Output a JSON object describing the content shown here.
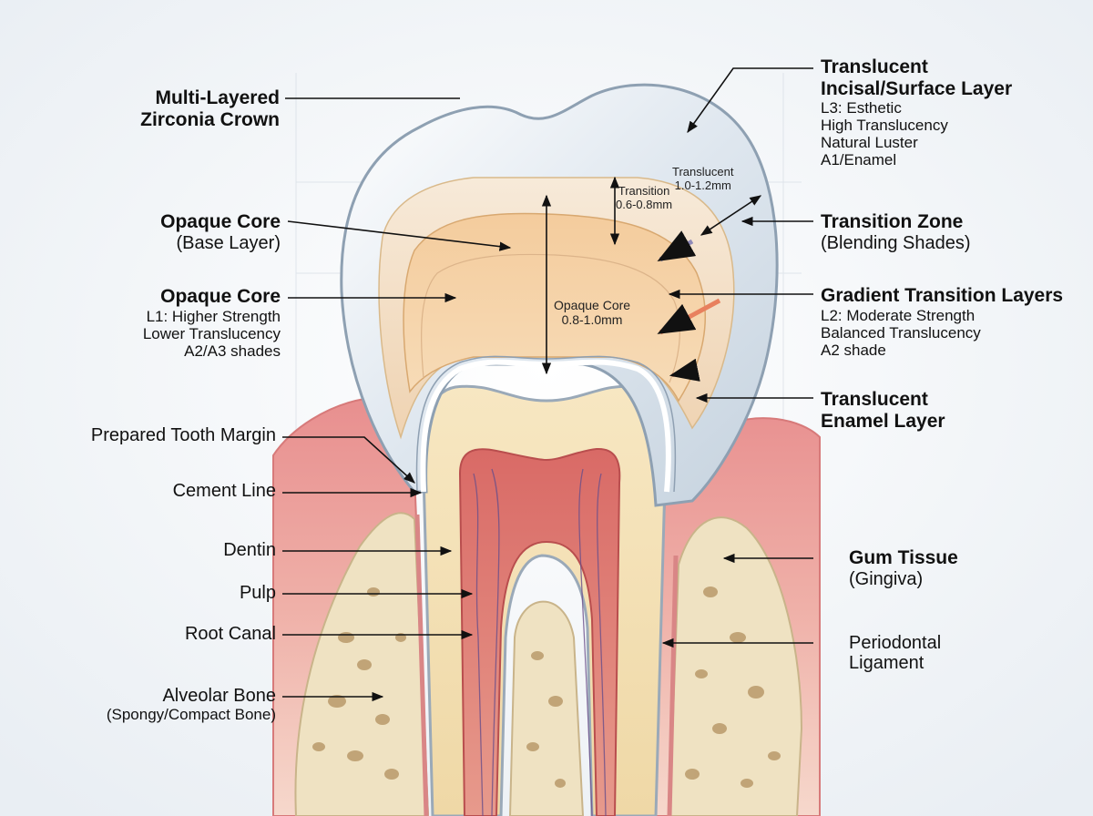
{
  "labels": {
    "crown": {
      "title_line1": "Multi-Layered",
      "title_line2": "Zirconia Crown"
    },
    "opaque_base": {
      "title": "Opaque Core",
      "subtitle": "(Base Layer)"
    },
    "opaque_core": {
      "title": "Opaque Core",
      "detail1": "L1: Higher Strength",
      "detail2": "Lower Translucency",
      "detail3": "A2/A3 shades"
    },
    "prepared_margin": "Prepared Tooth Margin",
    "cement_line": "Cement Line",
    "dentin": "Dentin",
    "pulp": "Pulp",
    "root_canal": "Root Canal",
    "alveolar_bone": {
      "title": "Alveolar Bone",
      "subtitle": "(Spongy/Compact Bone)"
    },
    "translucent_surface": {
      "title_line1": "Translucent",
      "title_line2": "Incisal/Surface Layer",
      "detail1": "L3: Esthetic",
      "detail2": "High Translucency",
      "detail3": "Natural Luster",
      "detail4": "A1/Enamel"
    },
    "transition_zone": {
      "title": "Transition Zone",
      "subtitle": "(Blending Shades)"
    },
    "gradient_layers": {
      "title": "Gradient Transition Layers",
      "detail1": "L2: Moderate Strength",
      "detail2": "Balanced Translucency",
      "detail3": "A2 shade"
    },
    "translucent_enamel": {
      "title_line1": "Translucent",
      "title_line2": "Enamel Layer"
    },
    "gum_tissue": {
      "title": "Gum Tissue",
      "subtitle": "(Gingiva)"
    },
    "periodontal": {
      "line1": "Periodontal",
      "line2": "Ligament"
    }
  },
  "measurements": {
    "translucent": {
      "name": "Translucent",
      "value": "1.0-1.2mm"
    },
    "transition": {
      "name": "Transition",
      "value": "0.6-0.8mm"
    },
    "opaque": {
      "name": "Opaque Core",
      "value": "0.8-1.0mm"
    }
  },
  "colors": {
    "gum": "#e89a9a",
    "bone": "#efe2c4",
    "enamel": "#eef2f6",
    "opaque_core": "#f1c79a",
    "dentin": "#f3dfb0",
    "pulp": "#d96b68"
  }
}
